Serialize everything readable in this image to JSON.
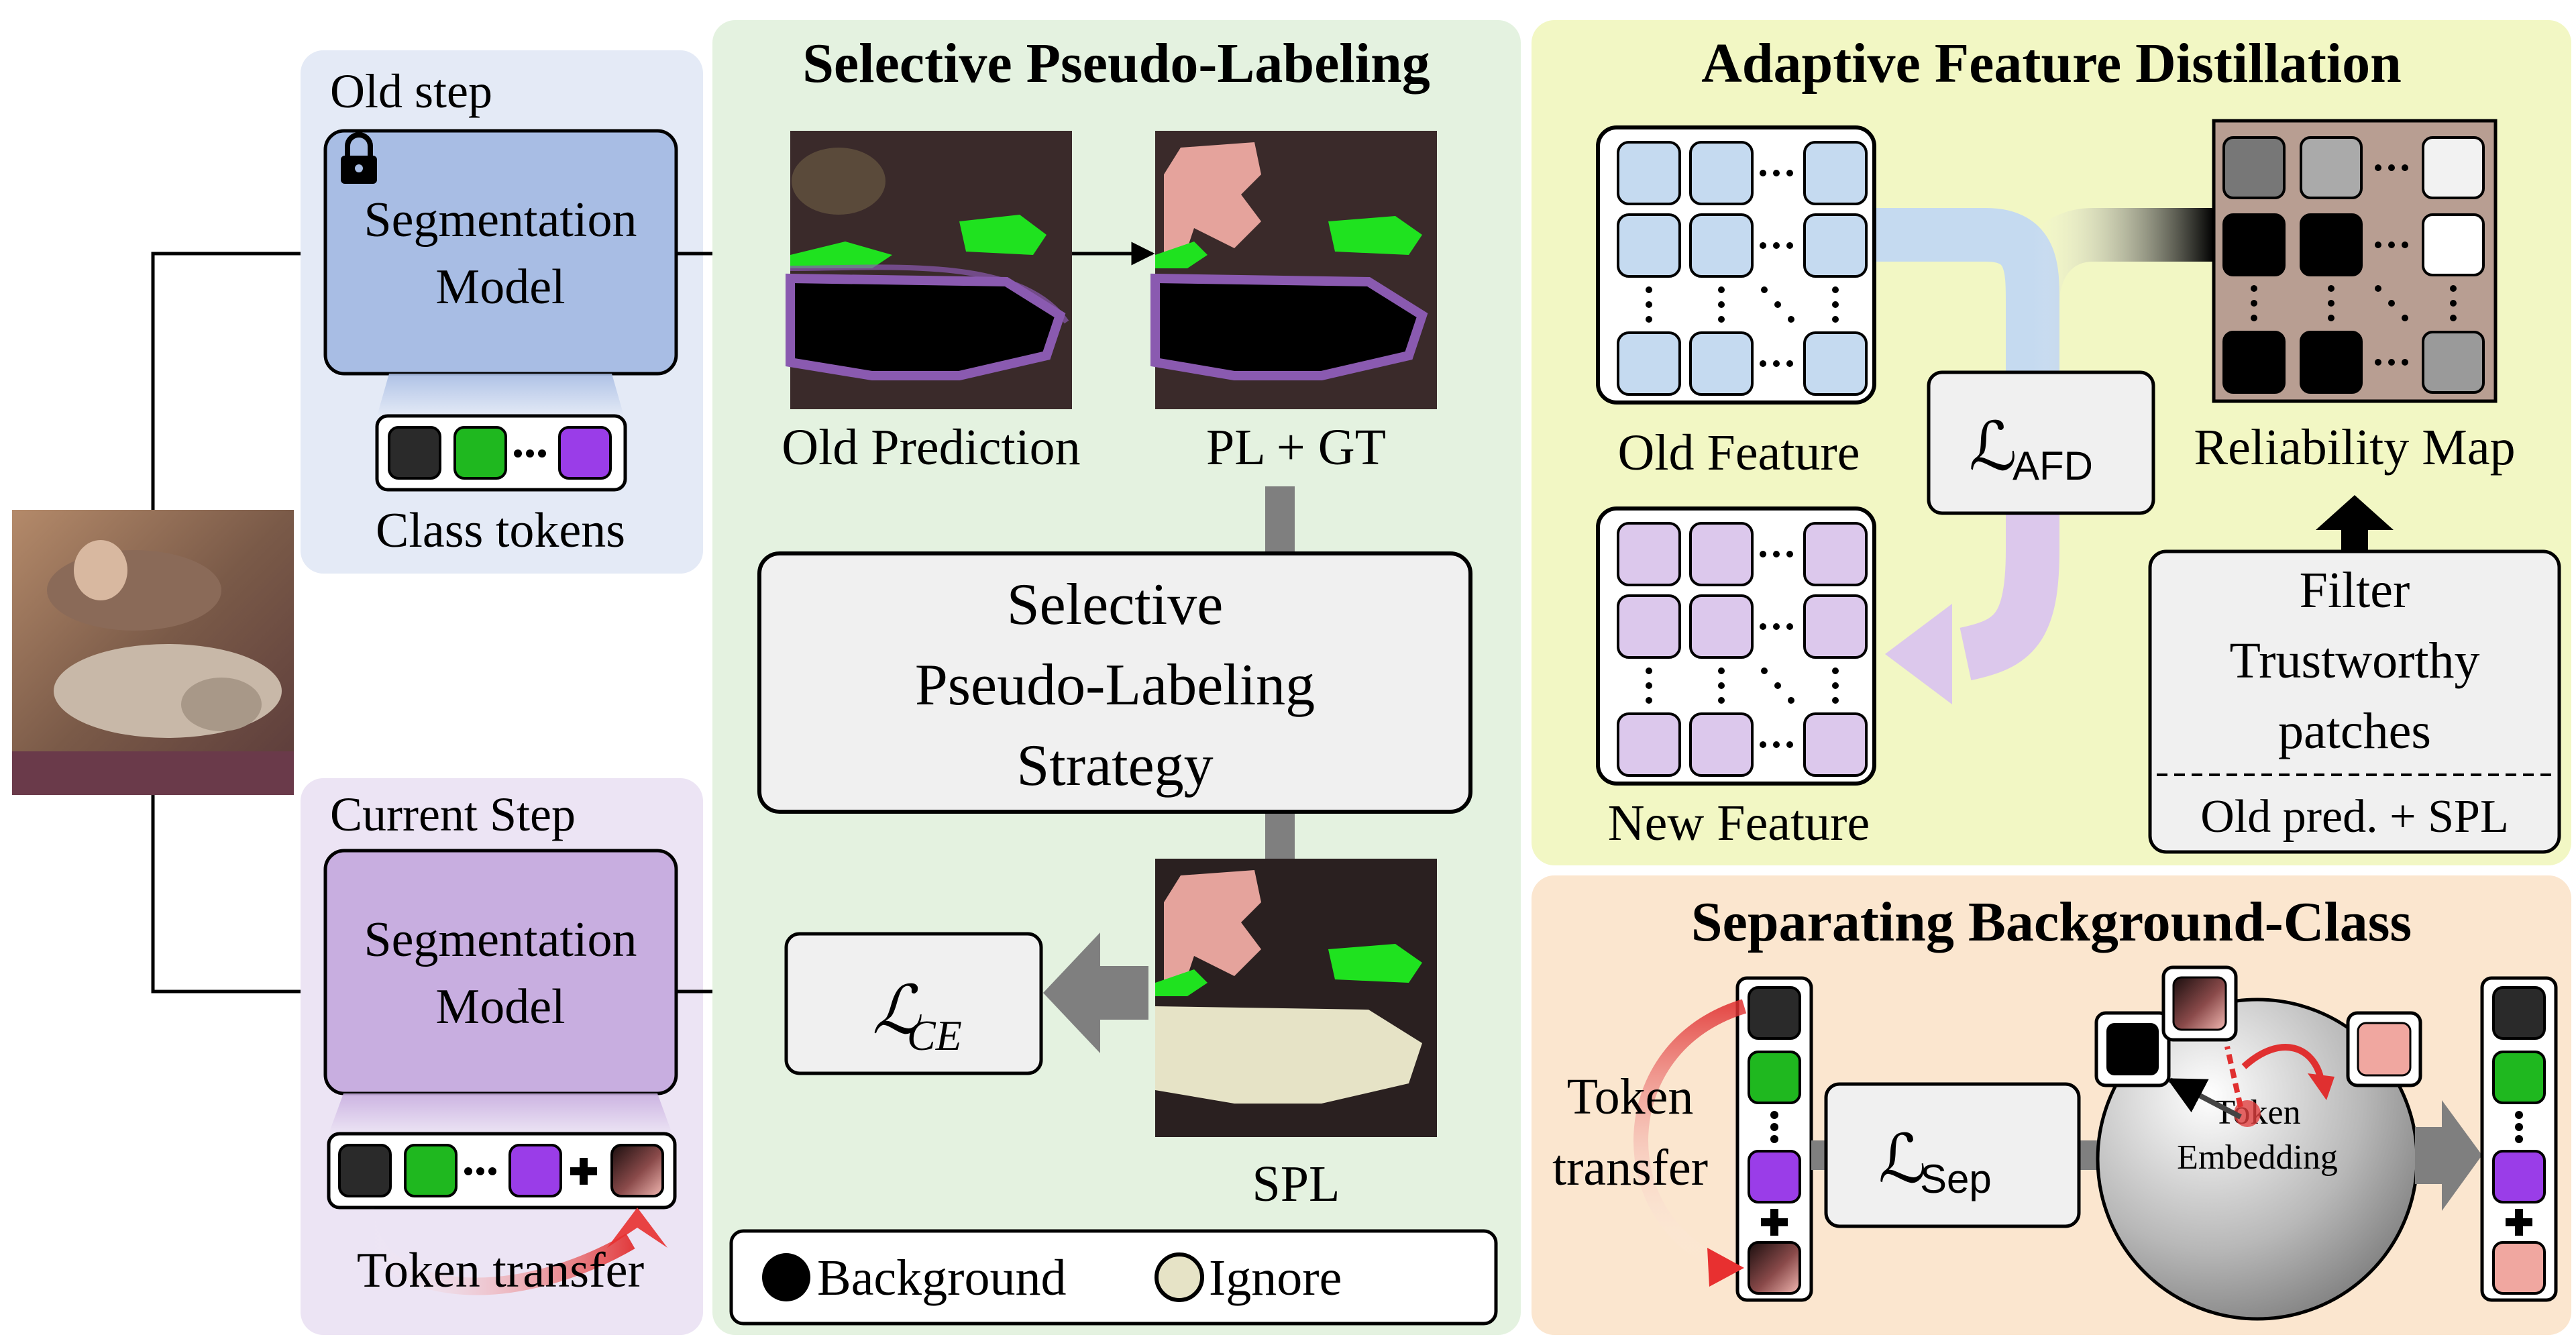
{
  "old_step": {
    "title": "Old step",
    "model_line1": "Segmentation",
    "model_line2": "Model",
    "tokens_label": "Class tokens",
    "lock_icon": "lock-icon"
  },
  "current_step": {
    "title": "Current Step",
    "model_line1": "Segmentation",
    "model_line2": "Model",
    "tokens_label": "Token transfer"
  },
  "spl": {
    "title": "Selective Pseudo-Labeling",
    "old_prediction_label": "Old Prediction",
    "plgt_label": "PL + GT",
    "strategy_line1": "Selective",
    "strategy_line2": "Pseudo-Labeling",
    "strategy_line3": "Strategy",
    "spl_label": "SPL",
    "loss_ce_main": "ℒ",
    "loss_ce_sub": "CE",
    "legend_background": "Background",
    "legend_ignore": "Ignore"
  },
  "afd": {
    "title": "Adaptive Feature Distillation",
    "old_feature_label": "Old Feature",
    "new_feature_label": "New Feature",
    "loss_main": "ℒ",
    "loss_sub": "AFD",
    "reliability_label": "Reliability Map",
    "filter_line1": "Filter",
    "filter_line2": "Trustworthy",
    "filter_line3": "patches",
    "filter_bottom": "Old pred. + SPL"
  },
  "sep": {
    "title": "Separating Background-Class",
    "token_transfer_line1": "Token",
    "token_transfer_line2": "transfer",
    "loss_main": "ℒ",
    "loss_sub": "Sep",
    "embedding_line1": "Token",
    "embedding_line2": "Embedding"
  },
  "colors": {
    "old_step_panel": "#e4eaf6",
    "current_step_panel": "#ece4f4",
    "spl_panel": "#e4f2e0",
    "afd_panel": "#f2f7c4",
    "sep_panel": "#fbe6cf",
    "old_model": "#a8bde4",
    "current_model": "#c8aee0",
    "old_feature_cell": "#c5daf0",
    "new_feature_cell": "#dcc8ec",
    "green_token": "#1fb81f",
    "purple_token": "#9a3de8",
    "pink_token": "#f0a7a0"
  }
}
